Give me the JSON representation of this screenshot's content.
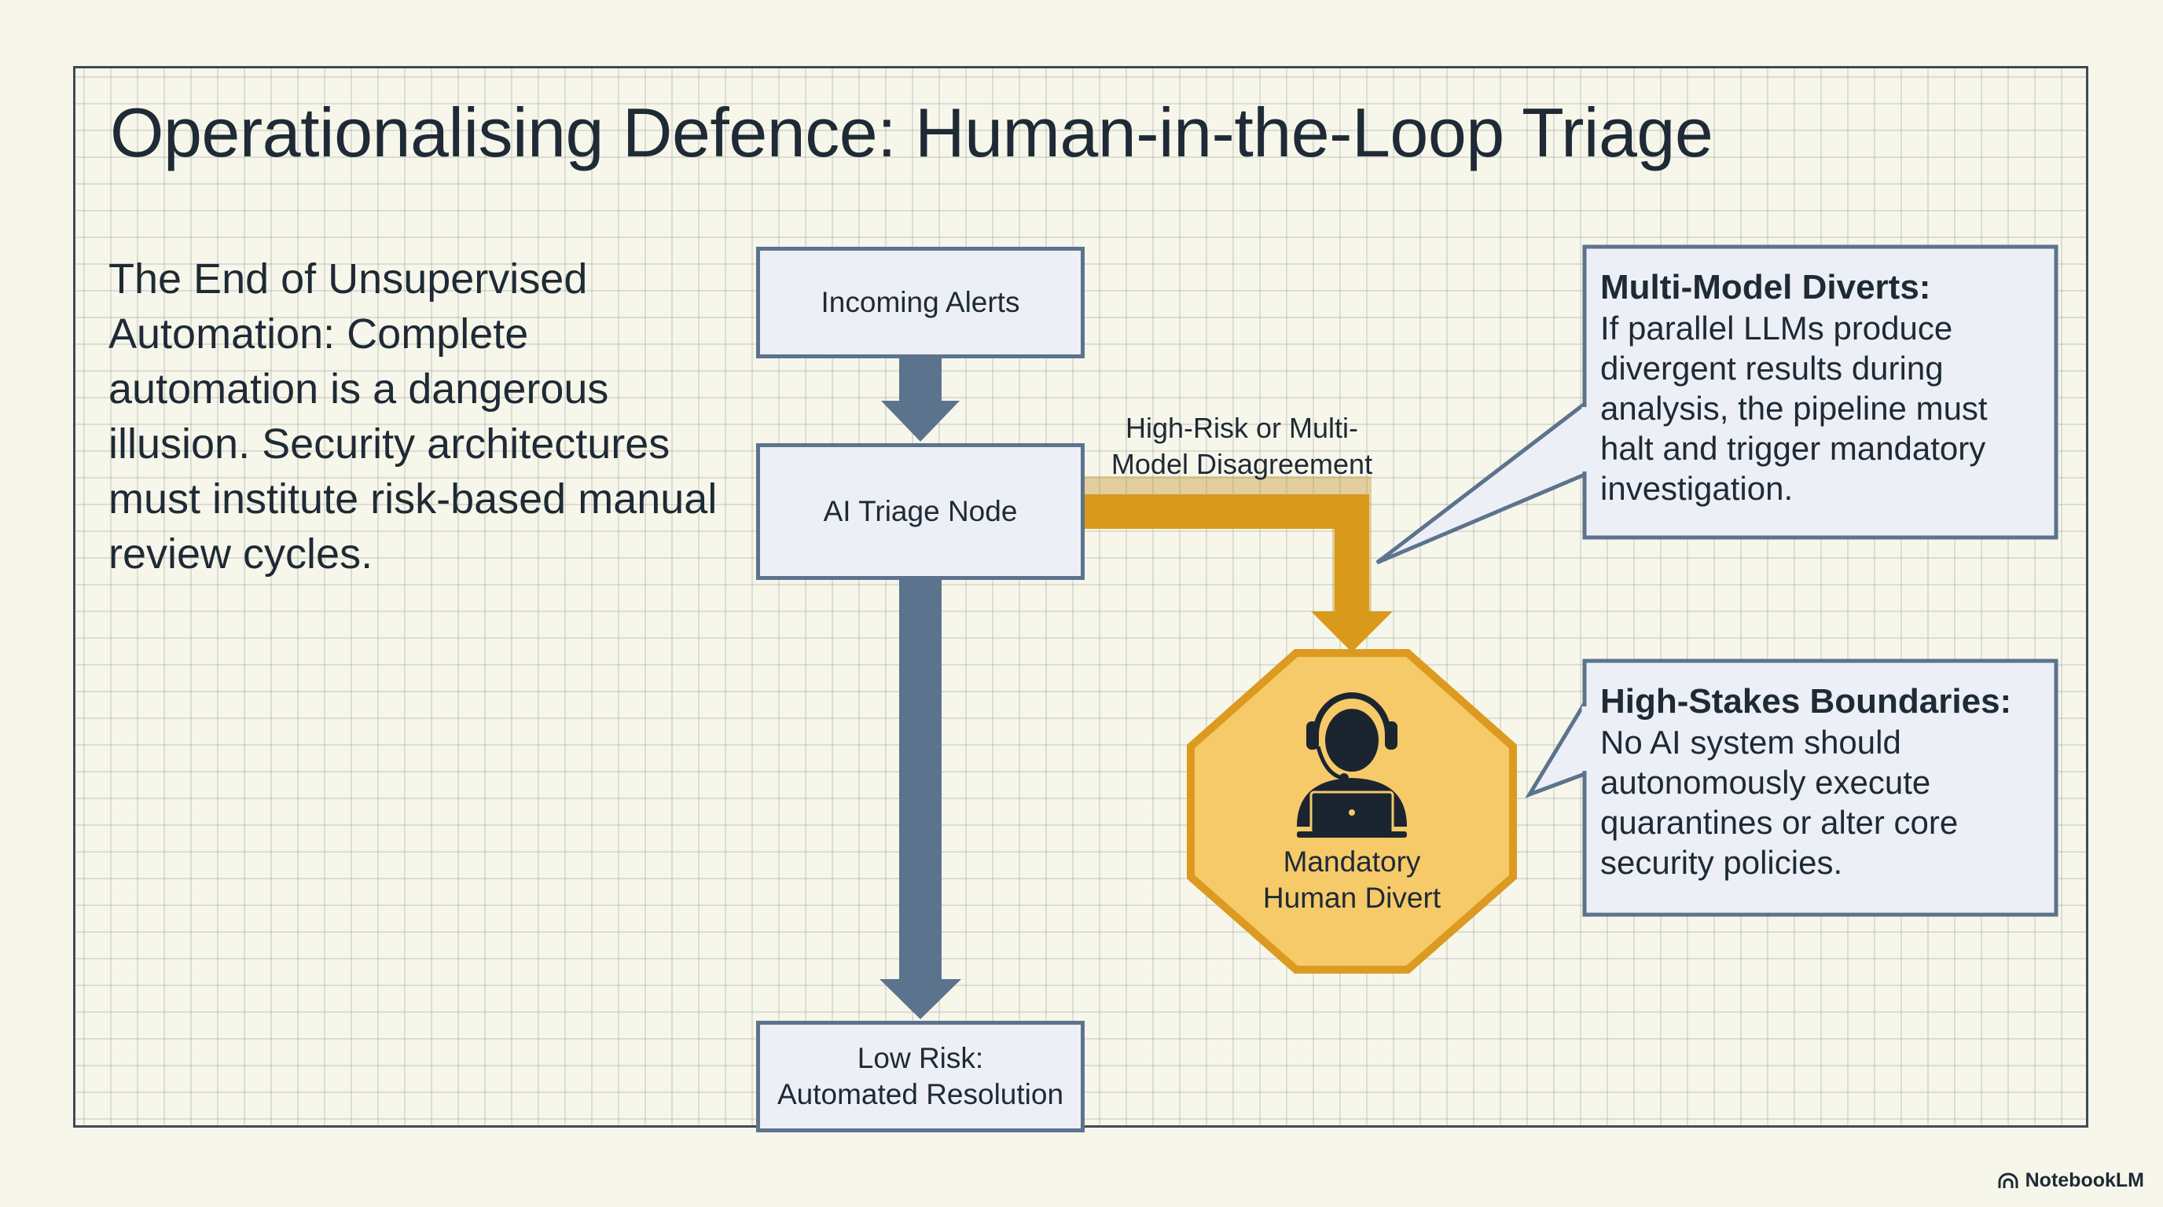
{
  "title": "Operationalising Defence: Human-in-the-Loop Triage",
  "intro": "The End of Unsupervised Automation: Complete automation is a dangerous illusion. Security architectures must institute risk-based manual review cycles.",
  "nodes": {
    "incoming": "Incoming Alerts",
    "triage": "AI Triage Node",
    "low_risk_line1": "Low Risk:",
    "low_risk_line2": "Automated Resolution",
    "human_line1": "Mandatory",
    "human_line2": "Human Divert"
  },
  "branch_label": {
    "line1": "High-Risk or Multi-",
    "line2": "Model Disagreement"
  },
  "callouts": {
    "multi_model": {
      "heading": "Multi-Model Diverts:",
      "body": "If parallel LLMs produce divergent results during analysis, the pipeline must halt and trigger mandatory investigation."
    },
    "high_stakes": {
      "heading": "High-Stakes Boundaries:",
      "body": "No AI system should autonomously execute quarantines or alter core security policies."
    }
  },
  "icons": {
    "human": "headset-operator-laptop-icon",
    "brand": "notebooklm-logo-icon"
  },
  "colors": {
    "background": "#f7f6ea",
    "node_fill": "#eceff5",
    "node_border": "#5c738e",
    "arrow_slate": "#5c738e",
    "arrow_amber": "#d99a1c",
    "octagon_fill": "#f6c969",
    "octagon_border": "#dc9a20",
    "text": "#1e2a35"
  },
  "brand": "NotebookLM"
}
